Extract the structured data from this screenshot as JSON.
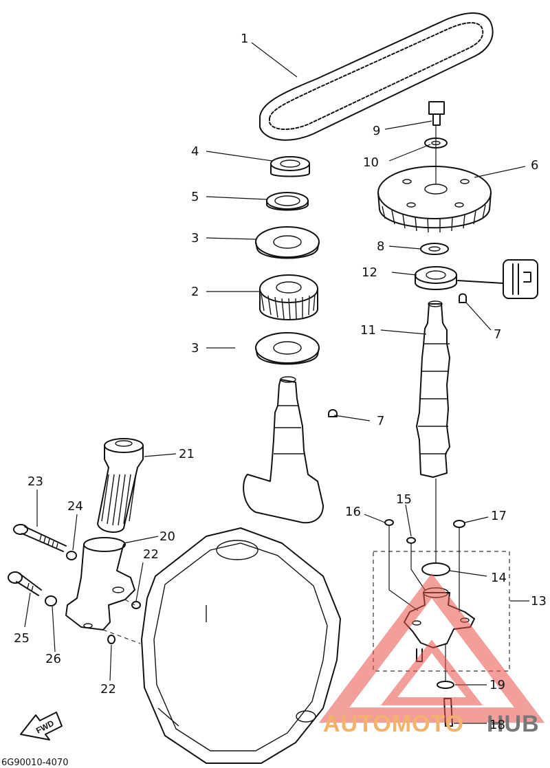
{
  "callouts": [
    {
      "id": "c1",
      "label": "1"
    },
    {
      "id": "c2",
      "label": "2"
    },
    {
      "id": "c3a",
      "label": "3"
    },
    {
      "id": "c3b",
      "label": "3"
    },
    {
      "id": "c4",
      "label": "4"
    },
    {
      "id": "c5",
      "label": "5"
    },
    {
      "id": "c6",
      "label": "6"
    },
    {
      "id": "c7a",
      "label": "7"
    },
    {
      "id": "c7b",
      "label": "7"
    },
    {
      "id": "c8",
      "label": "8"
    },
    {
      "id": "c9",
      "label": "9"
    },
    {
      "id": "c10",
      "label": "10"
    },
    {
      "id": "c11",
      "label": "11"
    },
    {
      "id": "c12",
      "label": "12"
    },
    {
      "id": "c13",
      "label": "13"
    },
    {
      "id": "c14",
      "label": "14"
    },
    {
      "id": "c15",
      "label": "15"
    },
    {
      "id": "c16",
      "label": "16"
    },
    {
      "id": "c17",
      "label": "17"
    },
    {
      "id": "c18",
      "label": "18"
    },
    {
      "id": "c19",
      "label": "19"
    },
    {
      "id": "c20",
      "label": "20"
    },
    {
      "id": "c21",
      "label": "21"
    },
    {
      "id": "c22a",
      "label": "22"
    },
    {
      "id": "c22b",
      "label": "22"
    },
    {
      "id": "c23",
      "label": "23"
    },
    {
      "id": "c24",
      "label": "24"
    },
    {
      "id": "c25",
      "label": "25"
    },
    {
      "id": "c26",
      "label": "26"
    }
  ],
  "diagram_code": "6G90010-4070",
  "fwd_label": "FWD",
  "watermark": {
    "auto": "AUTOMOTO",
    "hub": "HUB",
    "color": "#e8524a"
  }
}
